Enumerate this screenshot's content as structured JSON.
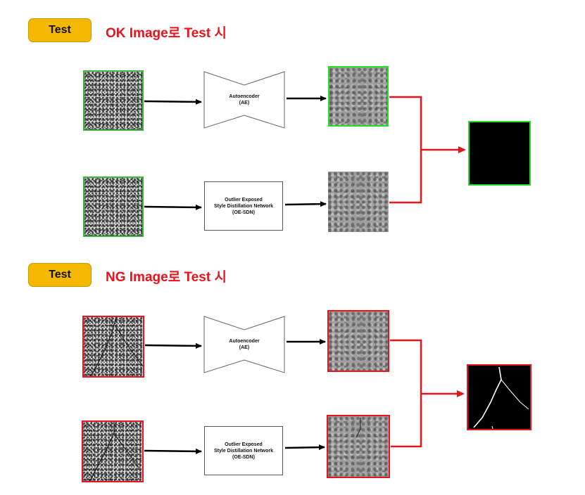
{
  "sections": [
    {
      "badge": "Test",
      "heading": "OK Image로 Test 시",
      "autoencoder": {
        "name": "Autoencoder",
        "abbr": "(AE)"
      },
      "oesdn": {
        "line1": "Outlier Exposed",
        "line2": "Style Distillation Network",
        "abbr": "(OE-SDN)"
      }
    },
    {
      "badge": "Test",
      "heading": "NG Image로 Test 시",
      "autoencoder": {
        "name": "Autoencoder",
        "abbr": "(AE)"
      },
      "oesdn": {
        "line1": "Outlier Exposed",
        "line2": "Style Distillation Network",
        "abbr": "(OE-SDN)"
      }
    }
  ],
  "colors": {
    "badge": "#f5b800",
    "heading": "#e8131b",
    "ok_border": "#3cb43c",
    "ng_border": "#e8131b",
    "arrow_black": "#000000",
    "arrow_red": "#e8131b"
  }
}
